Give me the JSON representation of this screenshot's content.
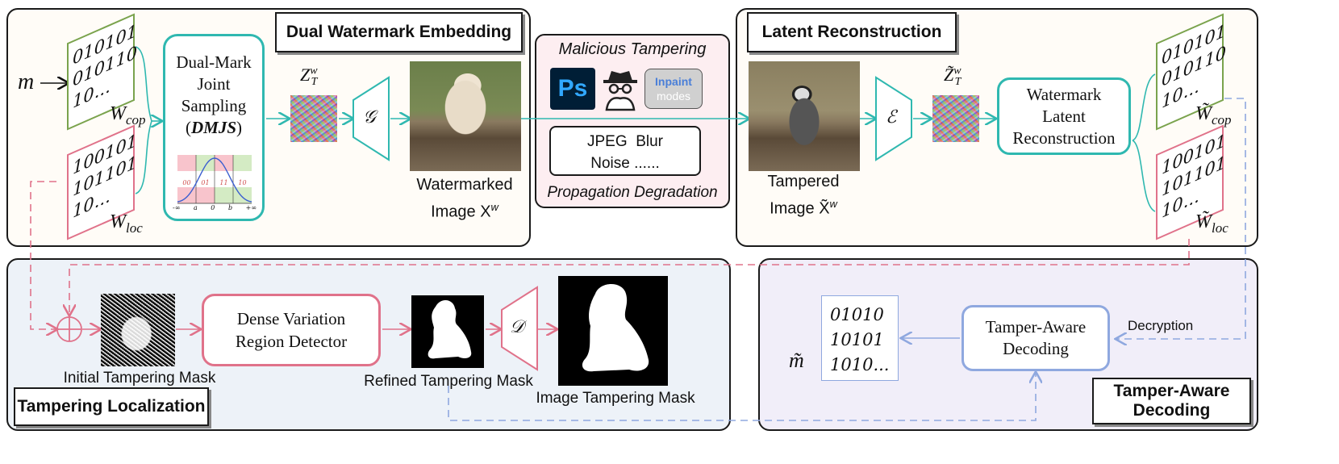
{
  "titles": {
    "embedding": "Dual Watermark Embedding",
    "reconstruction": "Latent Reconstruction",
    "localization": "Tampering Localization",
    "decoding_line1": "Tamper-Aware",
    "decoding_line2": "Decoding"
  },
  "embedding": {
    "m": "m",
    "bits_cop": [
      "010101",
      "010110",
      "10..."
    ],
    "w_cop": "W",
    "w_cop_sub": "cop",
    "bits_loc": [
      "100101",
      "101101",
      "10..."
    ],
    "w_loc": "W",
    "w_loc_sub": "loc",
    "dmjs_lines": [
      "Dual-Mark",
      "Joint",
      "Sampling"
    ],
    "dmjs_abbrev": "DMJS",
    "ticks": [
      "-∞",
      "a",
      "0",
      "b",
      "+∞"
    ],
    "region_labels": [
      "00",
      "01",
      "11",
      "10"
    ],
    "z_t": "Z",
    "z_t_sup": "w",
    "z_t_sub": "T",
    "g_label": "𝒢",
    "watermarked_line1": "Watermarked",
    "watermarked_line2": "Image X",
    "watermarked_sup": "w"
  },
  "tampering": {
    "malicious": "Malicious Tampering",
    "ps": "Ps",
    "inpaint_line1": "Inpaint",
    "inpaint_line2": "modes",
    "jpeg": "JPEG",
    "blur": "Blur",
    "noise": "Noise ......",
    "propagation": "Propagation Degradation"
  },
  "reconstruction": {
    "tampered_line1": "Tampered",
    "tampered_line2": "Image X̃",
    "tampered_sup": "w",
    "e_label": "ℰ",
    "zt_tilde": "Z̃",
    "zt_sup": "w",
    "zt_sub": "T",
    "wlr_lines": [
      "Watermark",
      "Latent",
      "Reconstruction"
    ],
    "bits_cop": [
      "010101",
      "010110",
      "10..."
    ],
    "w_cop": "W̃",
    "w_cop_sub": "cop",
    "bits_loc": [
      "100101",
      "101101",
      "10..."
    ],
    "w_loc": "W̃",
    "w_loc_sub": "loc"
  },
  "localization": {
    "initial_mask": "Initial Tampering Mask",
    "dvrd_line1": "Dense Variation",
    "dvrd_line2": "Region Detector",
    "refined_mask": "Refined Tampering Mask",
    "d_label": "𝒟",
    "image_mask": "Image Tampering Mask"
  },
  "decoding": {
    "m_tilde": "m̃",
    "bits": [
      "01010",
      "10101",
      "1010..."
    ],
    "tad_line1": "Tamper-Aware",
    "tad_line2": "Decoding",
    "decryption": "Decryption"
  },
  "colors": {
    "green": "#7aa34d",
    "pink": "#e0728a",
    "teal": "#2fb8b0",
    "blue": "#8fa8df",
    "ps_bg": "#001e36",
    "ps_text": "#31a8ff"
  }
}
